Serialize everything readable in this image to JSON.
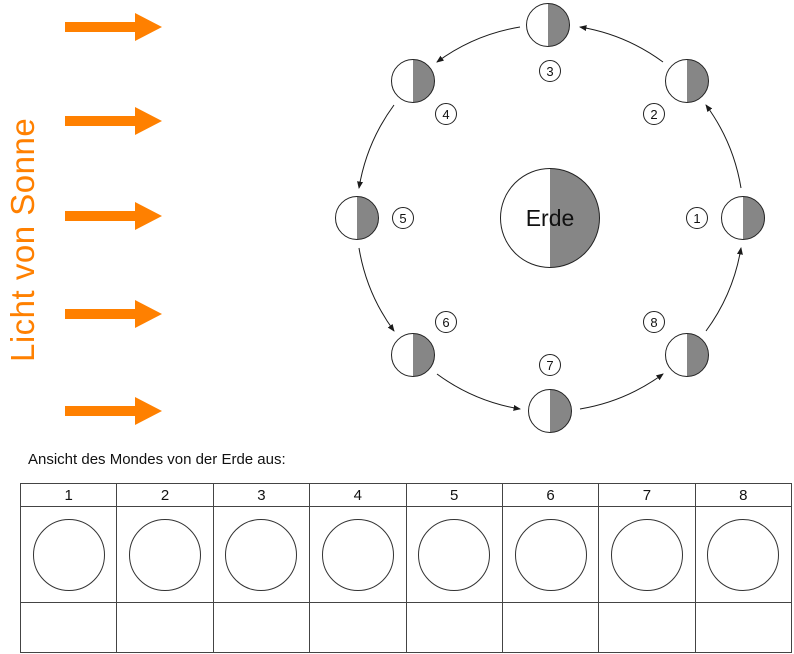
{
  "sun": {
    "label": "Licht von Sonne",
    "color": "#ff8000",
    "arrow_count": 5
  },
  "diagram": {
    "earth_label": "Erde",
    "shade_color": "#868686",
    "orbit_direction": "counterclockwise",
    "moons": [
      {
        "number": "1"
      },
      {
        "number": "2"
      },
      {
        "number": "3"
      },
      {
        "number": "4"
      },
      {
        "number": "5"
      },
      {
        "number": "6"
      },
      {
        "number": "7"
      },
      {
        "number": "8"
      }
    ]
  },
  "answer_section": {
    "caption": "Ansicht des Mondes von der Erde aus:",
    "table_headers": [
      "1",
      "2",
      "3",
      "4",
      "5",
      "6",
      "7",
      "8"
    ]
  }
}
